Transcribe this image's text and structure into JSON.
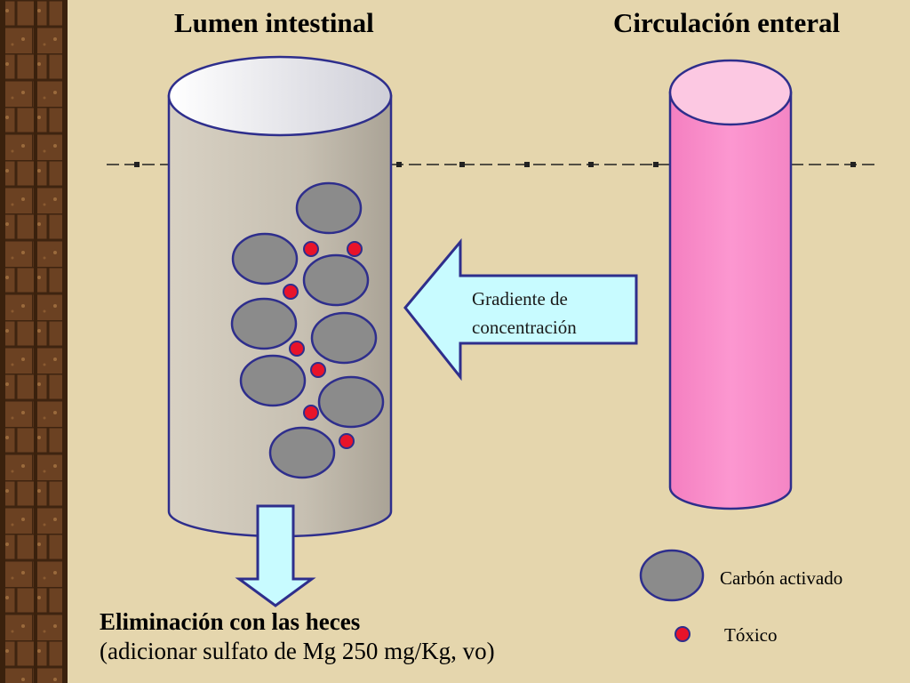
{
  "titles": {
    "left": "Lumen intestinal",
    "right": "Circulación enteral"
  },
  "gradient_arrow": {
    "line1": "Gradiente de",
    "line2": "concentración"
  },
  "elimination": {
    "line1": "Eliminación con las heces",
    "line2": "(adicionar sulfato de Mg 250 mg/Kg, vo)"
  },
  "legend": {
    "carbon": "Carbón activado",
    "toxic": "Tóxico"
  },
  "colors": {
    "background": "#e5d6ad",
    "wood_border": "#5a3519",
    "lumen_cylinder": "#c8c1b3",
    "circulation_cylinder": "#f98fca",
    "carbon_particle": "#8b8b8b",
    "toxic_particle": "#e8132a",
    "outline": "#2e2e8c",
    "arrow_fill": "#c8fbff"
  }
}
